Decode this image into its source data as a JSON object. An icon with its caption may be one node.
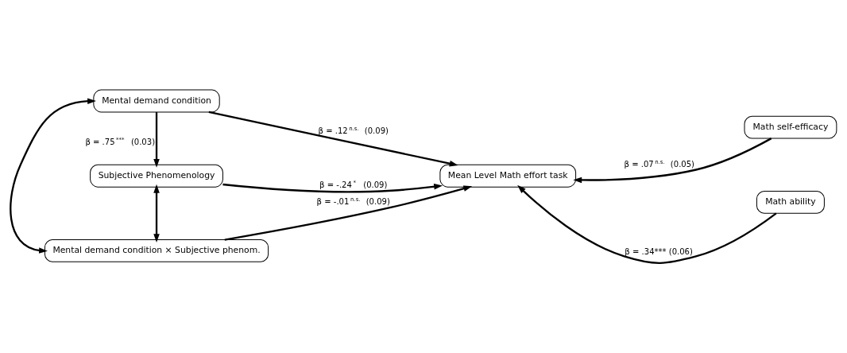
{
  "diagram": {
    "nodes": [
      {
        "text": [
          "Mental demand condition"
        ]
      },
      {
        "text": [
          "Subjective Phenomenology"
        ]
      },
      {
        "text": [
          "Mental demand condition × Subjective phenom."
        ]
      },
      {
        "text": [
          "Mean Level Math effort task"
        ]
      },
      {
        "text": [
          "Math self-efficacy"
        ]
      },
      {
        "text": [
          "Math ability"
        ]
      }
    ],
    "edges": [
      {
        "from": 0,
        "to": 3,
        "arrow": "to",
        "label": "β = .12$^{n.s.}$ (0.09)"
      },
      {
        "from": 0,
        "to": 1,
        "arrow": "to",
        "label": "β = .75$^{***}$ (0.03)"
      },
      {
        "from": 1,
        "to": 3,
        "arrow": "to",
        "label": "β = -.24$^{*}$ (0.09)"
      },
      {
        "from": 2,
        "to": 3,
        "arrow": "to",
        "label": "β = -.01$^{n.s.}$ (0.09)"
      },
      {
        "from": 4,
        "to": 3,
        "arrow": "to",
        "label": "β = .07$^{n.s.}$ (0.05)"
      },
      {
        "from": 5,
        "to": 3,
        "arrow": "to",
        "label": "β = .34*** (0.06)"
      },
      {
        "from": 0,
        "to": 2,
        "arrow": "both"
      },
      {
        "from": 1,
        "to": 2,
        "arrow": "both"
      }
    ]
  }
}
